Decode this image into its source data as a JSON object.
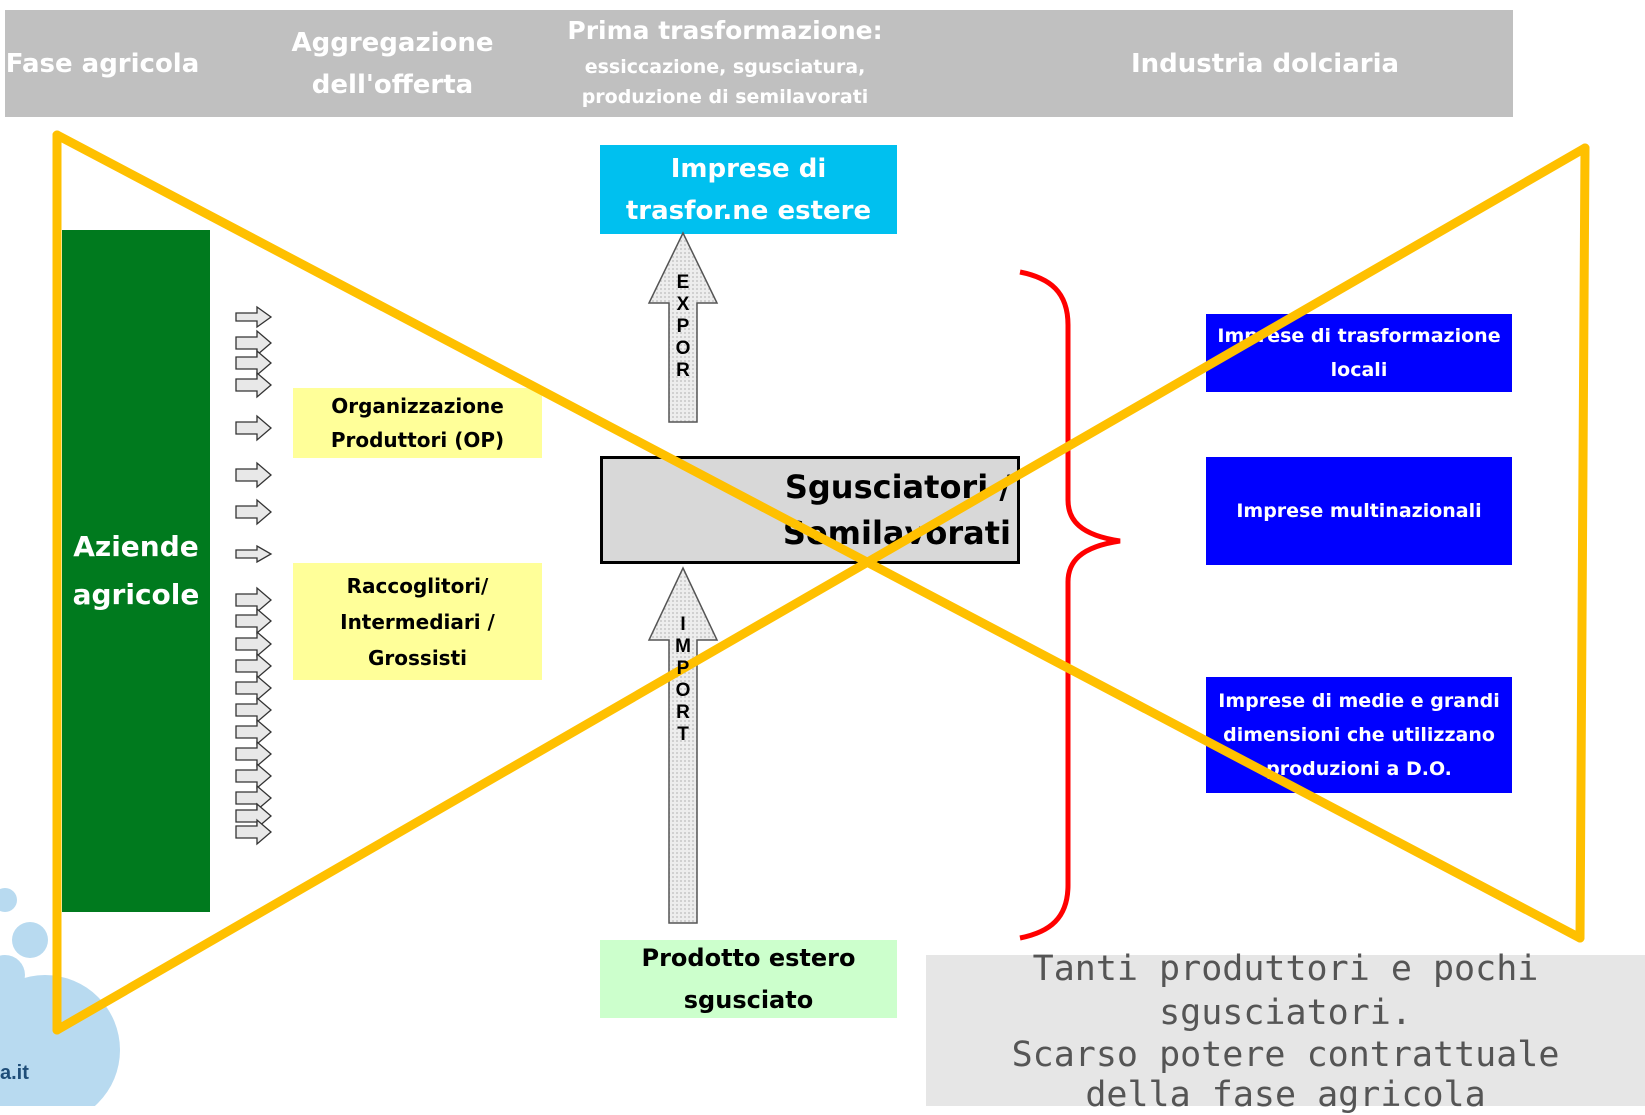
{
  "header": {
    "col1": "Fase agricola",
    "col2": "Aggregazione dell'offerta",
    "col3_title": "Prima trasformazione:",
    "col3_sub": "essiccazione, sgusciatura, produzione di semilavorati",
    "col4": "Industria dolciaria"
  },
  "boxes": {
    "aziende": "Aziende agricole",
    "op": "Organizzazione Produttori (OP)",
    "raccoglitori": "Raccoglitori/ Intermediari / Grossisti",
    "estere": "Imprese di trasfor.ne estere",
    "sgusciatori": "Sgusciatori / Semilavorati",
    "prodotto_estero": "Prodotto estero sgusciato",
    "locali": "Imprese di trasformazione locali",
    "multinazionali": "Imprese multinazionali",
    "medie_grandi": "Imprese di medie e grandi dimensioni che utilizzano produzioni a D.O."
  },
  "arrows": {
    "export": [
      "E",
      "X",
      "P",
      "O",
      "R"
    ],
    "import": [
      "I",
      "M",
      "P",
      "O",
      "R",
      "T"
    ]
  },
  "note": {
    "line1": "Tanti produttori e pochi sgusciatori.",
    "line2": "Scarso potere contrattuale della fase agricola"
  },
  "logo": {
    "text": "a.it"
  },
  "colors": {
    "header_bg": "#c0c0c0",
    "green": "#007a1e",
    "cyan": "#00c0ef",
    "blue": "#0000ff",
    "yellow_box": "#ffff99",
    "light_green": "#ccffcc",
    "orange": "#ffc000",
    "red_brace": "#ff0000",
    "note_bg": "#e6e6e6"
  }
}
